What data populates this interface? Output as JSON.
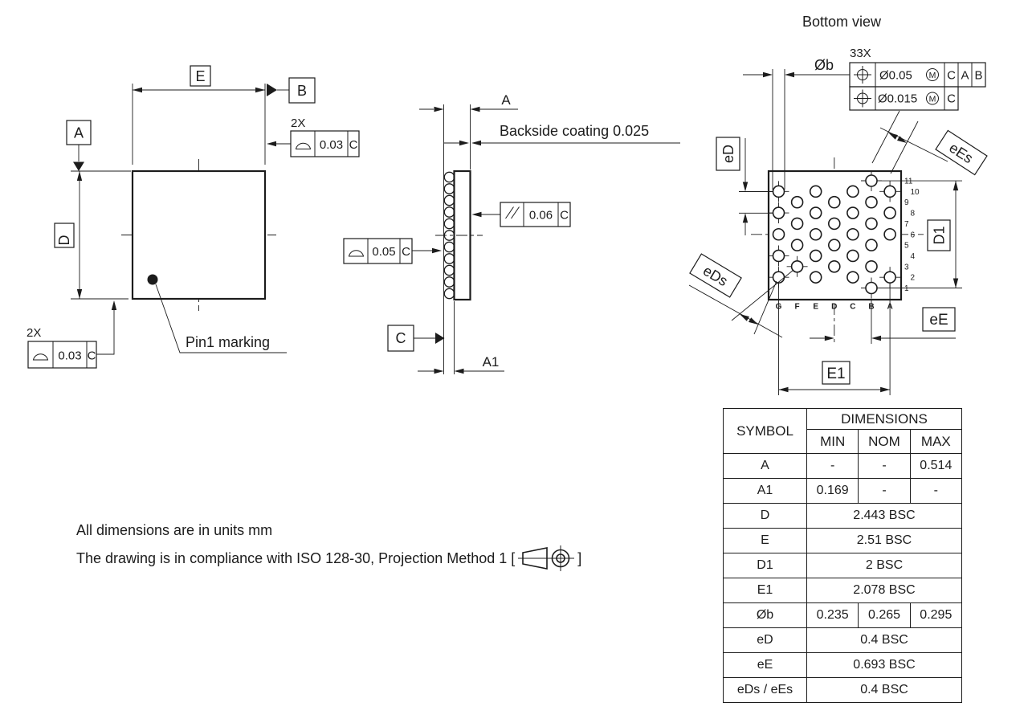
{
  "drawing": {
    "top_view": {
      "datum_a": "A",
      "datum_b": "B",
      "dim_e": "E",
      "dim_d": "D",
      "count_top": "2X",
      "tol_top": "0.03",
      "tol_top_datum": "C",
      "count_bottom": "2X",
      "tol_bottom": "0.03",
      "tol_bottom_datum": "C",
      "pin1_label": "Pin1 marking"
    },
    "side_view": {
      "dim_a": "A",
      "dim_a1": "A1",
      "coating_note": "Backside coating 0.025",
      "parallelism_tol": "0.06",
      "parallelism_datum": "C",
      "profile_tol": "0.05",
      "profile_datum": "C",
      "datum_c": "C"
    },
    "bottom_view": {
      "title": "Bottom view",
      "ball_count": "33X",
      "ball_dia_label": "Øb",
      "fcf_row1": {
        "tol": "Ø0.05",
        "modifier": "M",
        "datum1": "C",
        "datum2": "A",
        "datum3": "B"
      },
      "fcf_row2": {
        "tol": "Ø0.015",
        "modifier": "M",
        "datum1": "C"
      },
      "dim_labels": {
        "eD": "eD",
        "eDs": "eDs",
        "eEs": "eEs",
        "eE": "eE",
        "E1": "E1",
        "D1": "D1"
      },
      "row_labels": [
        "1",
        "2",
        "3",
        "4",
        "5",
        "6",
        "7",
        "8",
        "9",
        "10",
        "11"
      ],
      "col_labels": [
        "G",
        "F",
        "E",
        "D",
        "C",
        "B",
        "A"
      ],
      "balls": [
        {
          "col": "B",
          "row": 11,
          "cross": true
        },
        {
          "col": "G",
          "row": 10,
          "cross": true
        },
        {
          "col": "E",
          "row": 10,
          "cross": false
        },
        {
          "col": "C",
          "row": 10,
          "cross": false
        },
        {
          "col": "A",
          "row": 10,
          "cross": true
        },
        {
          "col": "F",
          "row": 9,
          "cross": false
        },
        {
          "col": "D",
          "row": 9,
          "cross": false
        },
        {
          "col": "B",
          "row": 9,
          "cross": false
        },
        {
          "col": "G",
          "row": 8,
          "cross": true
        },
        {
          "col": "E",
          "row": 8,
          "cross": false
        },
        {
          "col": "C",
          "row": 8,
          "cross": false
        },
        {
          "col": "A",
          "row": 8,
          "cross": false
        },
        {
          "col": "F",
          "row": 7,
          "cross": false
        },
        {
          "col": "D",
          "row": 7,
          "cross": false
        },
        {
          "col": "B",
          "row": 7,
          "cross": false
        },
        {
          "col": "G",
          "row": 6,
          "cross": false
        },
        {
          "col": "E",
          "row": 6,
          "cross": false
        },
        {
          "col": "C",
          "row": 6,
          "cross": false
        },
        {
          "col": "A",
          "row": 6,
          "cross": false
        },
        {
          "col": "F",
          "row": 5,
          "cross": false
        },
        {
          "col": "D",
          "row": 5,
          "cross": false
        },
        {
          "col": "B",
          "row": 5,
          "cross": false
        },
        {
          "col": "G",
          "row": 4,
          "cross": true
        },
        {
          "col": "E",
          "row": 4,
          "cross": false
        },
        {
          "col": "C",
          "row": 4,
          "cross": false
        },
        {
          "col": "F",
          "row": 3,
          "cross": true
        },
        {
          "col": "D",
          "row": 3,
          "cross": false
        },
        {
          "col": "B",
          "row": 3,
          "cross": false
        },
        {
          "col": "G",
          "row": 2,
          "cross": true
        },
        {
          "col": "E",
          "row": 2,
          "cross": false
        },
        {
          "col": "C",
          "row": 2,
          "cross": false
        },
        {
          "col": "A",
          "row": 2,
          "cross": true
        },
        {
          "col": "B",
          "row": 1,
          "cross": true
        }
      ]
    }
  },
  "table": {
    "symbol_header": "SYMBOL",
    "dimensions_header": "DIMENSIONS",
    "min_header": "MIN",
    "nom_header": "NOM",
    "max_header": "MAX",
    "rows": [
      {
        "symbol": "A",
        "cells": [
          "-",
          "-",
          "0.514"
        ]
      },
      {
        "symbol": "A1",
        "cells": [
          "0.169",
          "-",
          "-"
        ]
      },
      {
        "symbol": "D",
        "cells": [
          "2.443 BSC"
        ]
      },
      {
        "symbol": "E",
        "cells": [
          "2.51 BSC"
        ]
      },
      {
        "symbol": "D1",
        "cells": [
          "2 BSC"
        ]
      },
      {
        "symbol": "E1",
        "cells": [
          "2.078 BSC"
        ]
      },
      {
        "symbol": "Øb",
        "cells": [
          "0.235",
          "0.265",
          "0.295"
        ]
      },
      {
        "symbol": "eD",
        "cells": [
          "0.4 BSC"
        ]
      },
      {
        "symbol": "eE",
        "cells": [
          "0.693 BSC"
        ]
      },
      {
        "symbol": "eDs / eEs",
        "cells": [
          "0.4 BSC"
        ]
      }
    ]
  },
  "notes": {
    "line1": "All dimensions are in units mm",
    "line2_prefix": "The drawing is in compliance with ISO 128-30, Projection Method 1 [",
    "line2_suffix": "]"
  },
  "colors": {
    "ink": "#1c1c1c",
    "background": "#ffffff"
  }
}
